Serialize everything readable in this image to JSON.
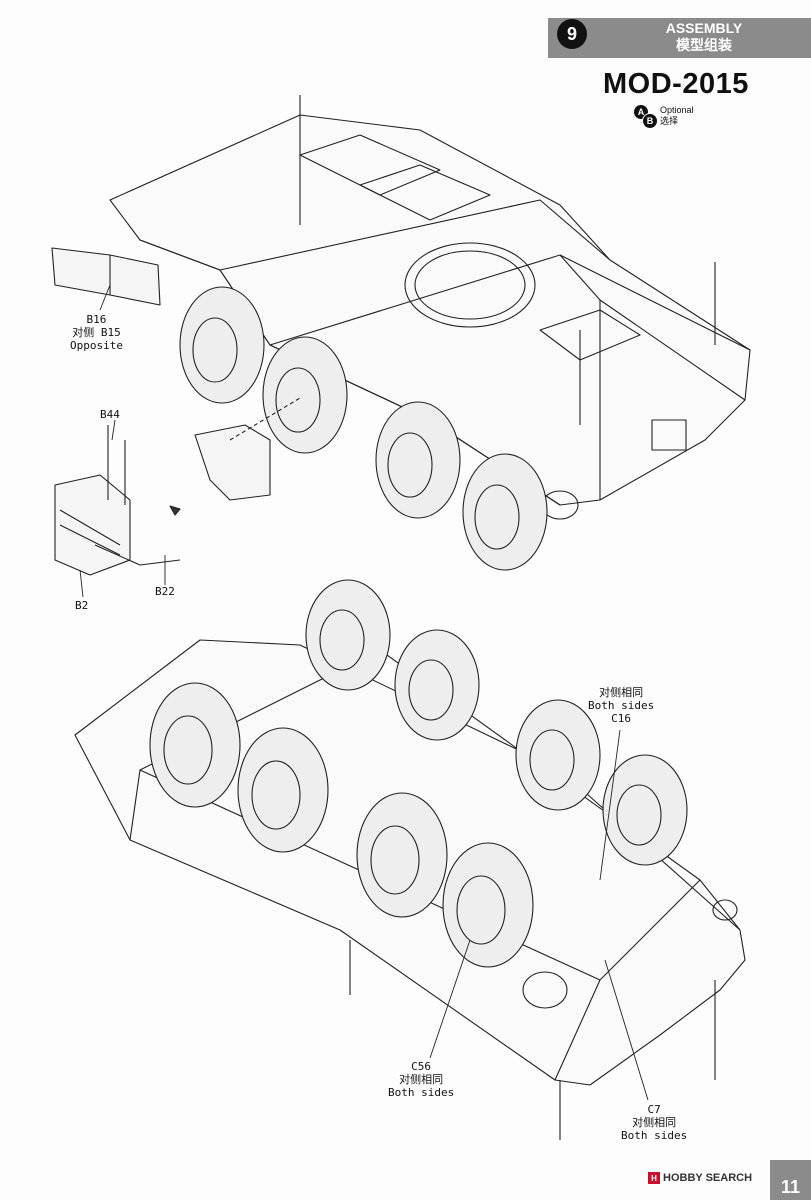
{
  "header": {
    "step_number": "9",
    "title_en": "ASSEMBLY",
    "title_zh": "模型组装"
  },
  "model_name": "MOD-2015",
  "optional": {
    "icon_a": "A",
    "icon_b": "B",
    "text_en": "Optional",
    "text_zh": "选择"
  },
  "callouts": {
    "b16": {
      "part": "B16",
      "zh": "对侧 B15",
      "en": "Opposite"
    },
    "b44": {
      "part": "B44"
    },
    "b2": {
      "part": "B2"
    },
    "b22": {
      "part": "B22"
    },
    "c16": {
      "zh": "对侧相同",
      "en": "Both sides",
      "part": "C16"
    },
    "c56": {
      "part": "C56",
      "zh": "对侧相同",
      "en": "Both sides"
    },
    "c7": {
      "part": "C7",
      "zh": "对侧相同",
      "en": "Both sides"
    }
  },
  "footer": {
    "logo_mark": "H",
    "logo_text": "HOBBY SEARCH",
    "page_number": "11"
  },
  "colors": {
    "header_bar": "#8b8b8b",
    "line_art": "#222222",
    "logo_red": "#c8102e"
  }
}
